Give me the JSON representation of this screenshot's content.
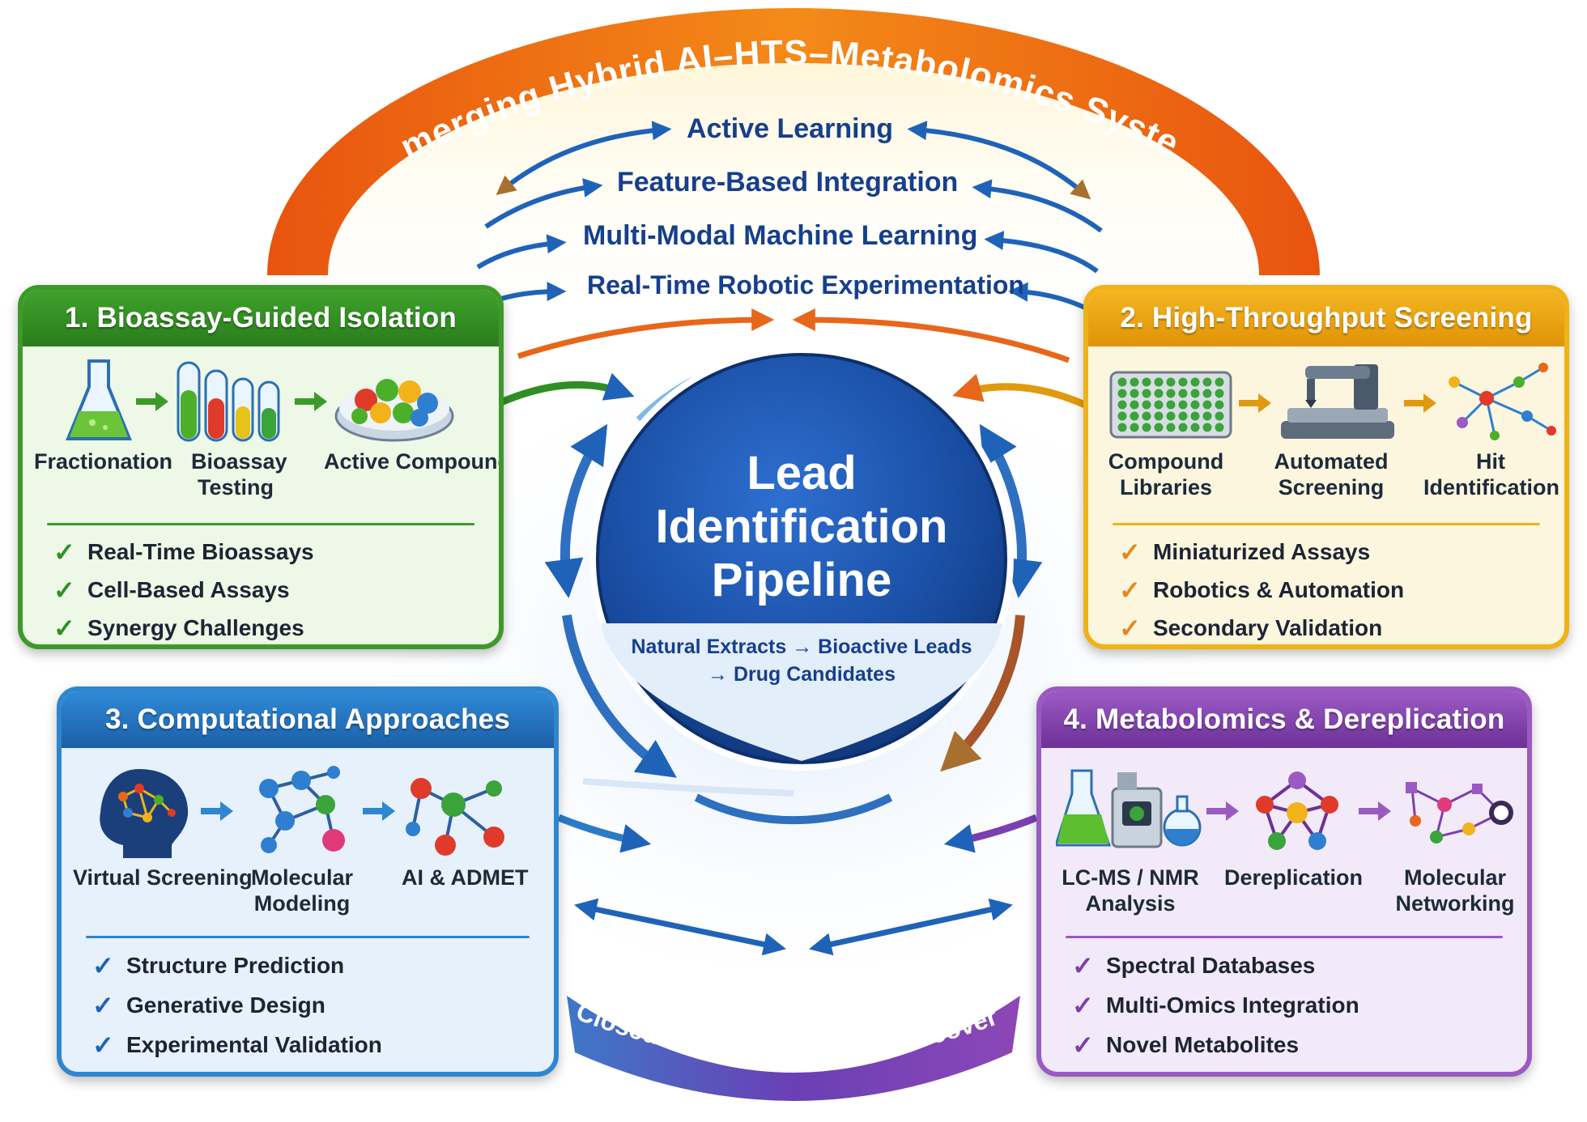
{
  "arc_title": "Emerging Hybrid AI–HTS–Metabolomics System",
  "ai_methods": [
    "Active Learning",
    "Feature-Based Integration",
    "Multi-Modal Machine Learning",
    "Real-Time Robotic Experimentation"
  ],
  "center": {
    "title_lines": [
      "Lead",
      "Identification",
      "Pipeline"
    ],
    "flow_line1": "Natural Extracts → Bioactive Leads",
    "flow_line2": "→ Drug Candidates"
  },
  "bottom_arc_text": "Closed-Loop, Data-Driven Discovery",
  "cards": [
    {
      "title": "1. Bioassay-Guided Isolation",
      "steps": [
        "Fractionation",
        "Bioassay Testing",
        "Active Compounds"
      ],
      "checks": [
        "Real-Time Bioassays",
        "Cell-Based Assays",
        "Synergy Challenges"
      ],
      "icons": [
        "flask-icon",
        "test-tubes-icon",
        "compound-plate-icon"
      ]
    },
    {
      "title": "2. High-Throughput Screening",
      "steps": [
        "Compound Libraries",
        "Automated Screening",
        "Hit Identification"
      ],
      "checks": [
        "Miniaturized Assays",
        "Robotics & Automation",
        "Secondary Validation"
      ],
      "icons": [
        "well-plate-icon",
        "robot-arm-icon",
        "hit-network-icon"
      ]
    },
    {
      "title": "3. Computational Approaches",
      "steps": [
        "Virtual Screening",
        "Molecular Modeling",
        "AI & ADMET"
      ],
      "checks": [
        "Structure Prediction",
        "Generative Design",
        "Experimental Validation"
      ],
      "icons": [
        "ai-brain-icon",
        "molecule-icon",
        "molecule-network-icon"
      ]
    },
    {
      "title": "4. Metabolomics & Dereplication",
      "steps": [
        "LC-MS / NMR Analysis",
        "Dereplication",
        "Molecular Networking"
      ],
      "checks": [
        "Spectral Databases",
        "Multi-Omics Integration",
        "Novel Metabolites"
      ],
      "icons": [
        "lcms-instrument-icon",
        "metabolite-molecule-icon",
        "molecular-network-icon"
      ]
    }
  ],
  "colors": {
    "green": "#3d9a2a",
    "gold": "#f0b215",
    "blue": "#2e86d0",
    "purple": "#9a5ac2",
    "orange_arc": "#f07a12",
    "hub_blue": "#1a4fa0"
  }
}
